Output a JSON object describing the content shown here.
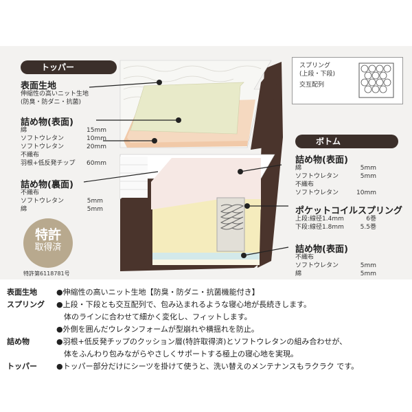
{
  "topper": {
    "badge": "トッパー",
    "surface_title": "表面生地",
    "surface_desc1": "伸縮性の高いニット生地",
    "surface_desc2": "(防臭・防ダニ・抗菌)",
    "fill_front_title": "詰め物(表面)",
    "fill_front_items": [
      {
        "name": "綿",
        "value": "15mm"
      },
      {
        "name": "ソフトウレタン",
        "value": "10mm"
      },
      {
        "name": "ソフトウレタン",
        "value": "20mm"
      },
      {
        "name": "不織布",
        "value": ""
      },
      {
        "name": "羽根+低反発チップ",
        "value": "60mm"
      }
    ],
    "fill_back_title": "詰め物(裏面)",
    "fill_back_items": [
      {
        "name": "不織布",
        "value": ""
      },
      {
        "name": "ソフトウレタン",
        "value": "5mm"
      },
      {
        "name": "綿",
        "value": "5mm"
      }
    ]
  },
  "patent": {
    "line1": "特許",
    "line2": "取得済",
    "number": "特許第6118781号"
  },
  "spring_box": {
    "line1": "スプリング",
    "line2": "(上段・下段)",
    "line3": "交互配列"
  },
  "bottom": {
    "badge": "ボトム",
    "fill_front_title": "詰め物(表面)",
    "fill_front_items": [
      {
        "name": "綿",
        "value": "5mm"
      },
      {
        "name": "ソフトウレタン",
        "value": "5mm"
      },
      {
        "name": "不織布",
        "value": ""
      },
      {
        "name": "ソフトウレタン",
        "value": "10mm"
      }
    ],
    "pocket_title": "ポケットコイルスプリング",
    "pocket_items": [
      {
        "name": "上段:線径1.4mm",
        "value": "6巻"
      },
      {
        "name": "下段:線径1.8mm",
        "value": "5.5巻"
      }
    ],
    "fill_front2_title": "詰め物(表面)",
    "fill_front2_items": [
      {
        "name": "不織布",
        "value": ""
      },
      {
        "name": "ソフトウレタン",
        "value": "5mm"
      },
      {
        "name": "綿",
        "value": "5mm"
      }
    ]
  },
  "details": [
    {
      "key": "表面生地",
      "lines": [
        "●伸縮性の高いニット生地【防臭・防ダニ・抗菌機能付き】"
      ]
    },
    {
      "key": "スプリング",
      "lines": [
        "●上段・下段とも交互配列で、包み込まれるような寝心地が長続きします。",
        "　体のラインに合わせて細かく変化し、フィットします。",
        "●外側を囲んだウレタンフォームが型崩れや横揺れを防止。"
      ]
    },
    {
      "key": "詰め物",
      "lines": [
        "●羽根+低反発チップのクッション層(特許取得済)とソフトウレタンの組み合わせが、",
        "　体をふんわり包みながらやさしくサポートする極上の寝心地を実現。"
      ]
    },
    {
      "key": "トッパー",
      "lines": [
        "●トッパー部分だけにシーツを掛けて使うと、洗い替えのメンテナンスもラクラク です。"
      ]
    }
  ]
}
